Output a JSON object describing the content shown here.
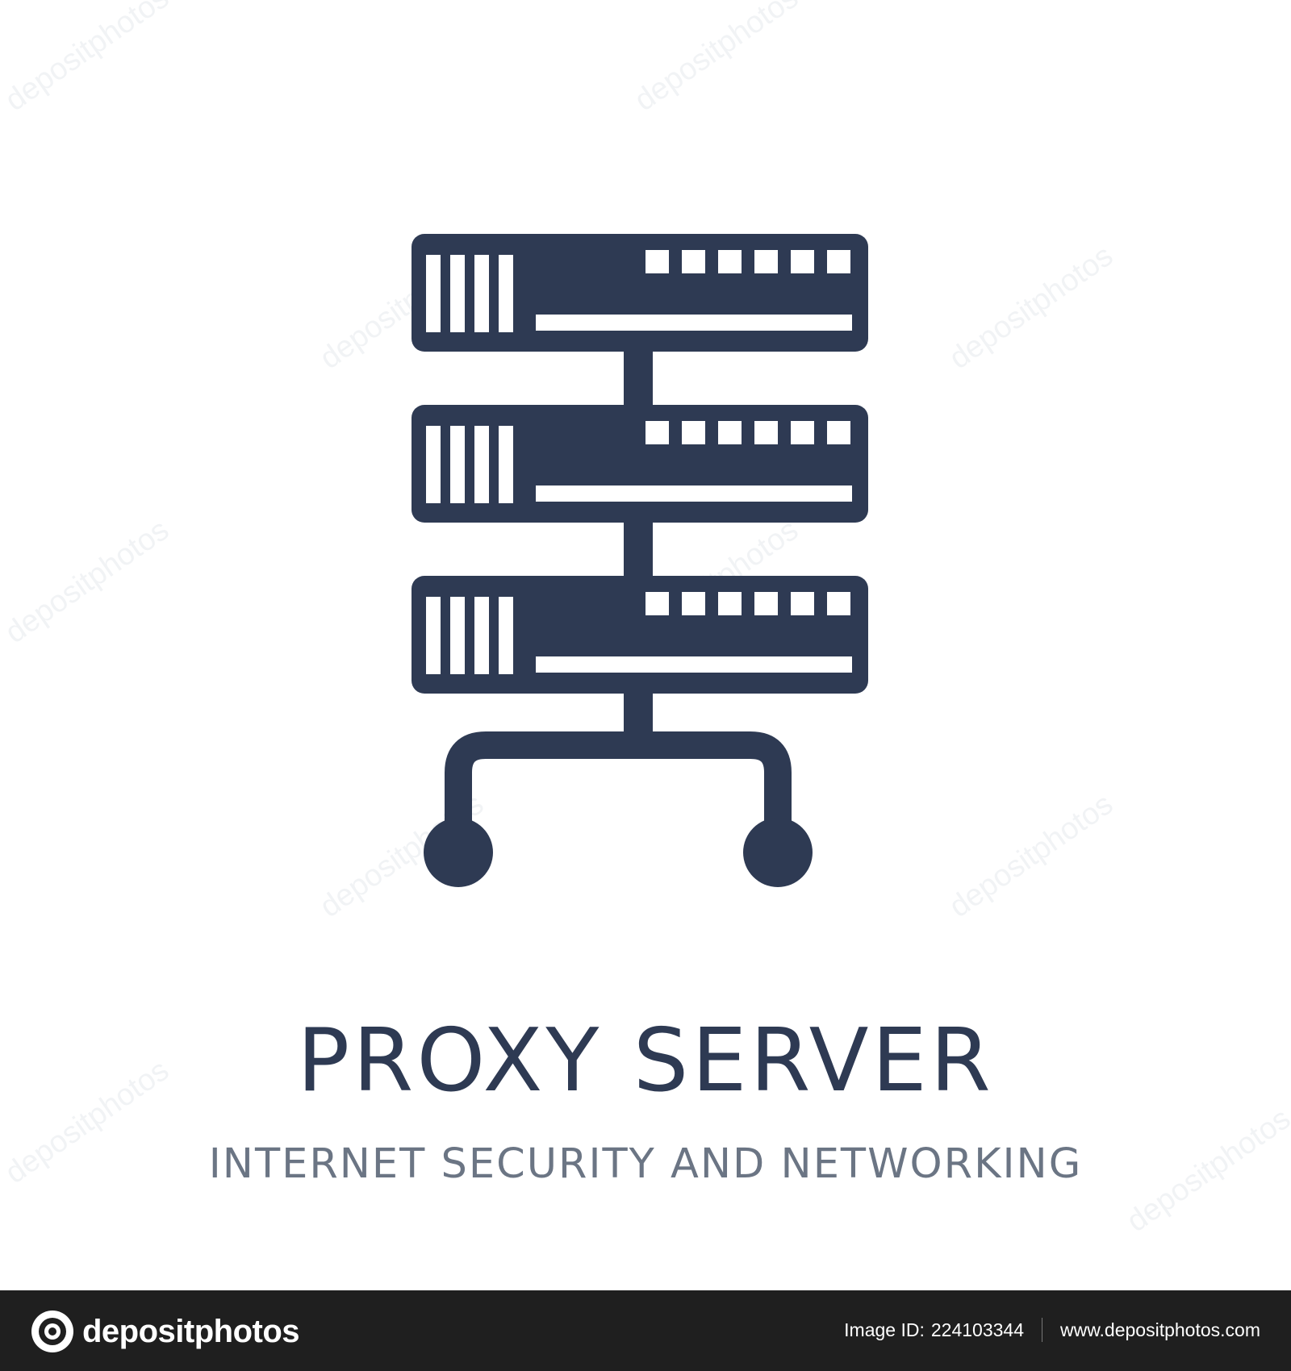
{
  "title": "PROXY SERVER",
  "subtitle": "INTERNET SECURITY AND NETWORKING",
  "footer": {
    "brand": "depositphotos",
    "image_id_label": "Image ID:",
    "image_id": "224103344",
    "url": "www.depositphotos.com"
  },
  "watermark_text": "depositphotos",
  "icon": {
    "name": "proxy-server-icon",
    "units": 3,
    "leds_per_unit": 6,
    "vents_per_unit": 4
  },
  "colors": {
    "icon": "#2e3a53",
    "title": "#2e3a53",
    "subtitle": "#6b7584",
    "footer_bg": "#1f1f1f",
    "footer_text": "#ffffff"
  }
}
